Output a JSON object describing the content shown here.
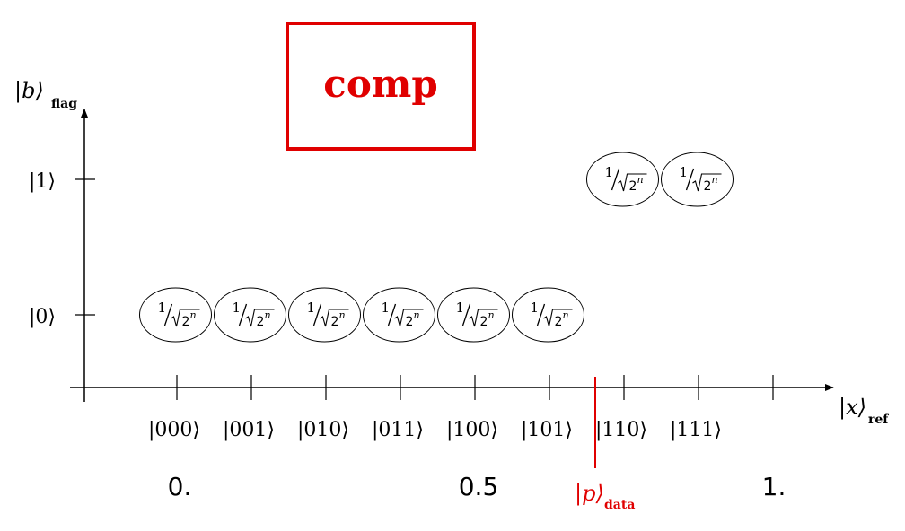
{
  "comp_box": {
    "label": "comp",
    "color": "#e00000"
  },
  "axes": {
    "y_label_ket": "|b⟩",
    "y_label_sub": "flag",
    "x_label_ket": "|x⟩",
    "x_label_sub": "ref"
  },
  "y_ticks": [
    "|1⟩",
    "|0⟩"
  ],
  "x_ticks": [
    "|000⟩",
    "|001⟩",
    "|010⟩",
    "|011⟩",
    "|100⟩",
    "|101⟩",
    "|110⟩",
    "|111⟩"
  ],
  "scale_labels": [
    "0.",
    "0.5",
    "1."
  ],
  "data_marker": {
    "ket": "|p⟩",
    "sub": "data",
    "color": "#e00000"
  },
  "amplitude": {
    "numerator": "1",
    "radicand": "2",
    "exponent": "n"
  },
  "amplitude_cells": [
    {
      "state": "|000⟩",
      "flag": "|0⟩"
    },
    {
      "state": "|001⟩",
      "flag": "|0⟩"
    },
    {
      "state": "|010⟩",
      "flag": "|0⟩"
    },
    {
      "state": "|011⟩",
      "flag": "|0⟩"
    },
    {
      "state": "|100⟩",
      "flag": "|0⟩"
    },
    {
      "state": "|101⟩",
      "flag": "|0⟩"
    },
    {
      "state": "|110⟩",
      "flag": "|1⟩"
    },
    {
      "state": "|111⟩",
      "flag": "|1⟩"
    }
  ]
}
